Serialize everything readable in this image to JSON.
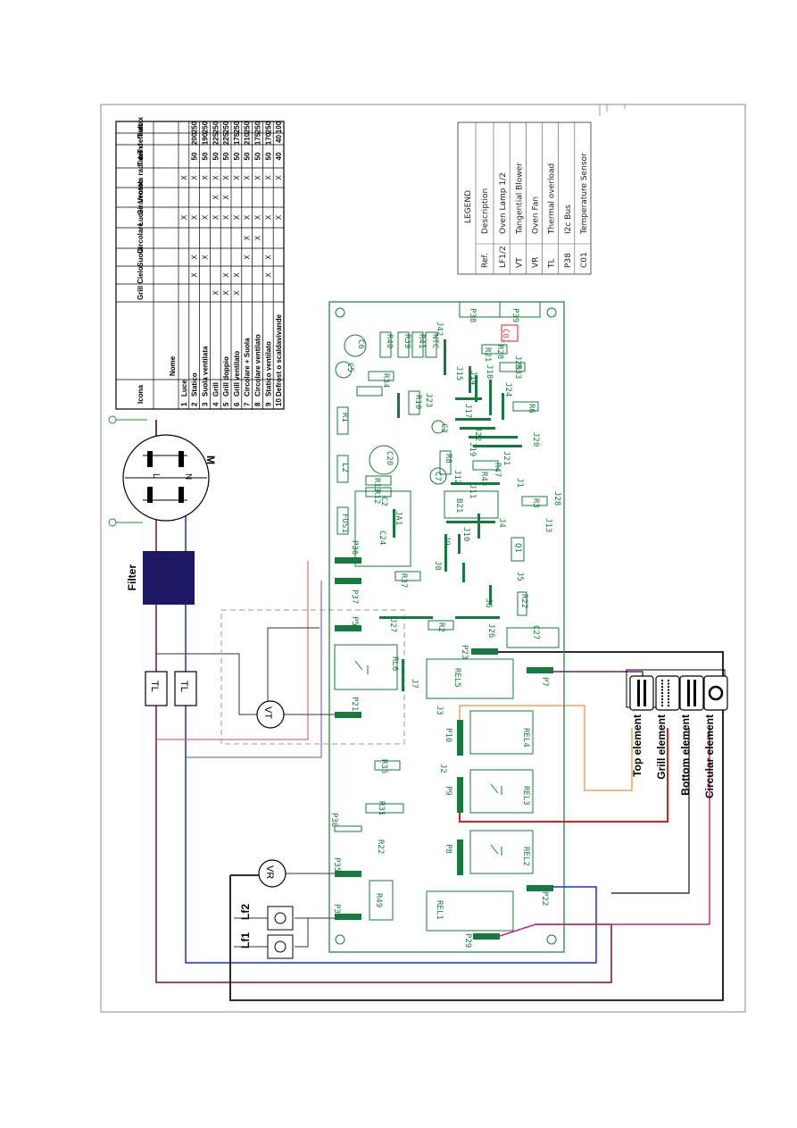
{
  "oven_table": {
    "headers": [
      "Icona",
      "Nome",
      "Grill",
      "Cielo",
      "Suola",
      "Circolare",
      "Luce",
      "Girarrosto",
      "Ventola radiale",
      "T min",
      "T default",
      "T max"
    ],
    "rows": [
      {
        "n": "1",
        "name": "Luce",
        "marks": [
          "",
          "",
          "",
          "",
          "X",
          "",
          "X"
        ],
        "tmin": "",
        "tdef": "",
        "tmax": ""
      },
      {
        "n": "2",
        "name": "Statico",
        "marks": [
          "",
          "X",
          "X",
          "",
          "X",
          "",
          "X"
        ],
        "tmin": "50",
        "tdef": "200",
        "tmax": "250"
      },
      {
        "n": "3",
        "name": "Suola ventilata",
        "marks": [
          "",
          "",
          "X",
          "",
          "X",
          "",
          "X"
        ],
        "tmin": "50",
        "tdef": "190",
        "tmax": "250"
      },
      {
        "n": "4",
        "name": "Grill",
        "marks": [
          "X",
          "",
          "",
          "",
          "X",
          "X",
          "X"
        ],
        "tmin": "50",
        "tdef": "225",
        "tmax": "250"
      },
      {
        "n": "5",
        "name": "Grill doppio",
        "marks": [
          "X",
          "X",
          "",
          "",
          "X",
          "X",
          "X"
        ],
        "tmin": "50",
        "tdef": "225",
        "tmax": "250"
      },
      {
        "n": "6",
        "name": "Grill ventilato",
        "marks": [
          "X",
          "X",
          "",
          "",
          "X",
          "",
          "X"
        ],
        "tmin": "50",
        "tdef": "175",
        "tmax": "250"
      },
      {
        "n": "7",
        "name": "Circolare + Suola",
        "marks": [
          "",
          "",
          "X",
          "X",
          "X",
          "",
          "X"
        ],
        "tmin": "50",
        "tdef": "210",
        "tmax": "250"
      },
      {
        "n": "8",
        "name": "Circolare ventilato",
        "marks": [
          "",
          "",
          "",
          "X",
          "X",
          "",
          "X"
        ],
        "tmin": "50",
        "tdef": "175",
        "tmax": "250"
      },
      {
        "n": "9",
        "name": "Statico ventilato",
        "marks": [
          "",
          "X",
          "X",
          "",
          "X",
          "",
          "X"
        ],
        "tmin": "50",
        "tdef": "170",
        "tmax": "250"
      },
      {
        "n": "10",
        "name": "Defrost o scaldavivande",
        "marks": [
          "",
          "",
          "",
          "",
          "X",
          "",
          "X"
        ],
        "tmin": "40",
        "tdef": "40",
        "tmax": "100"
      }
    ]
  },
  "legend": {
    "title": "LEGEND",
    "ref_header": "Ref.",
    "desc_header": "Description",
    "items": [
      {
        "ref": "LF1/2",
        "desc": "Oven Lamp 1/2"
      },
      {
        "ref": "VT",
        "desc": "Tangential Blower"
      },
      {
        "ref": "VR",
        "desc": "Oven Fan"
      },
      {
        "ref": "TL",
        "desc": "Thermal overload"
      },
      {
        "ref": "P38",
        "desc": "I2c Bus"
      },
      {
        "ref": "C01",
        "desc": "Temperature Sensor"
      }
    ]
  },
  "components": {
    "filter": "Filter",
    "motor": "M",
    "plug_l": "L",
    "plug_n": "N",
    "tl1": "TL",
    "tl2": "TL",
    "vt": "VT",
    "vr": "VR",
    "lf1": "Lf1",
    "lf2": "Lf2"
  },
  "elements": {
    "top": "Top element",
    "grill": "Grill element",
    "bottom": "Bottom element",
    "circular": "Circular element"
  },
  "pcb": {
    "connectors": [
      "P38",
      "P39",
      "P36",
      "P37",
      "P5",
      "P21",
      "P23",
      "P7",
      "P10",
      "P9",
      "P8",
      "P22",
      "P29",
      "P35",
      "P33",
      "P30"
    ],
    "relays": [
      "REL5",
      "REL4",
      "REL3",
      "REL2",
      "REL1",
      "RL6"
    ],
    "parts": [
      "C6",
      "C5",
      "R40",
      "R39",
      "R41",
      "NTC",
      "J42",
      "J15",
      "J14",
      "R28",
      "R21",
      "J18",
      "R33",
      "J25",
      "J24",
      "R6",
      "R34",
      "R1",
      "J23",
      "R10",
      "J17",
      "C3",
      "J22",
      "J20",
      "J19",
      "J21",
      "R47",
      "C20",
      "R8",
      "J12",
      "R43",
      "C7",
      "L2",
      "R13",
      "R12",
      "J11",
      "J1",
      "J28",
      "BZ1",
      "R3",
      "FUS1",
      "C2",
      "JA1",
      "C24",
      "J9",
      "J10",
      "J4",
      "J13",
      "J8",
      "R37",
      "Q1",
      "J5",
      "R22",
      "J6",
      "J27",
      "J26",
      "R2",
      "C27",
      "J7",
      "J3",
      "R35",
      "J2",
      "R31",
      "R49",
      "R22b"
    ],
    "sensor": "C01"
  },
  "colors": {
    "pcb": "#167a3e",
    "filter": "#1c1866",
    "blue_wire": "#1a2fd0",
    "red_wire": "#d82020",
    "maroon_wire": "#7a1030",
    "orange_wire": "#f2a060",
    "magenta_wire": "#c8287a",
    "purple_wire": "#6a1f6a"
  }
}
